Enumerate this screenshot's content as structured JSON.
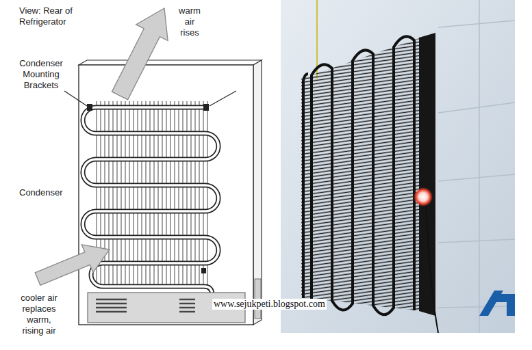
{
  "diagram": {
    "labels": [
      "View: Rear of Refrigerator",
      "warm air rises",
      "Condenser Mounting Brackets",
      "Condenser",
      "cooler air replaces warm, rising air",
      "www.sejukpeti.blogspot.com"
    ]
  }
}
